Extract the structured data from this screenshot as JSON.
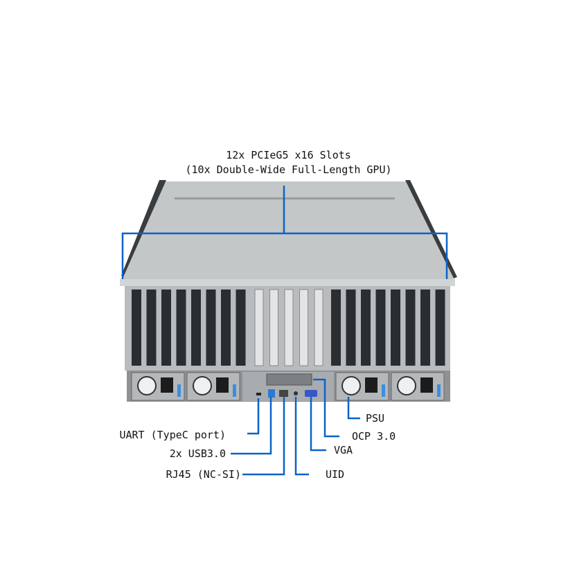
{
  "diagram": {
    "title_line1": "12x PCIeG5 x16 Slots",
    "title_line2": "(10x Double-Wide Full-Length GPU)",
    "callouts": {
      "uart": "UART (TypeC port)",
      "usb": "2x USB3.0",
      "rj45": "RJ45 (NC-SI)",
      "psu": "PSU",
      "ocp": "OCP 3.0",
      "vga": "VGA",
      "uid": "UID"
    },
    "colors": {
      "callout_line": "#0a62c9",
      "chassis": "#c9cccd",
      "slot_dark": "#2b2e31"
    }
  }
}
